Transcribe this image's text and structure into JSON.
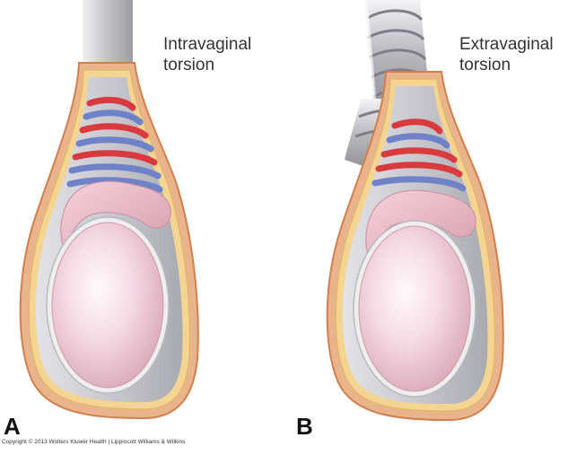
{
  "panel_a": {
    "letter": "A",
    "caption_line1": "Intravaginal",
    "caption_line2": "torsion"
  },
  "panel_b": {
    "letter": "B",
    "caption_line1": "Extravaginal",
    "caption_line2": "torsion"
  },
  "copyright": "Copyright © 2013 Wolters Kluwer Health | Lippincott Williams & Wilkins",
  "colors": {
    "scrotal_skin": "#e9b48c",
    "skin_edge": "#d88a57",
    "tunica_vaginalis": "#f1d08a",
    "sac_interior": "#c9c9cf",
    "testis": "#f3d3de",
    "testis_highlight": "#fdf3f7",
    "artery": "#d83a3f",
    "vein": "#6f82c8",
    "cord_gray": "#b9b9bd",
    "background": "#ffffff"
  },
  "icons": [
    "testis-illustration",
    "twisted-spermatic-cord",
    "blood-vessel-coil"
  ]
}
